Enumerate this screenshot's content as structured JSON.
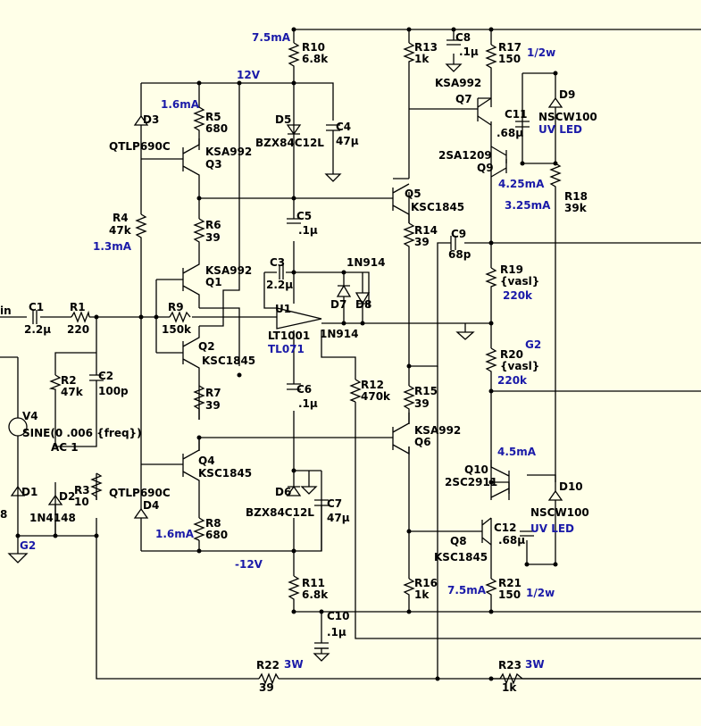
{
  "colors": {
    "background": "#ffffe8",
    "wire": "#000000",
    "annotation": "#1a1aa8"
  },
  "labels": {
    "in": "in",
    "C1": "C1",
    "C1v": "2.2µ",
    "R1": "R1",
    "R1v": "220",
    "R2": "R2",
    "R2v": "47k",
    "C2": "C2",
    "C2v": "100p",
    "V4": "V4",
    "V4v": "SINE(0 .006 {freq})",
    "V4ac": "AC 1",
    "D1": "D1",
    "D2": "D2",
    "D2v": "1N4148",
    "R3": "R3",
    "R3v": "10",
    "G2a": "G2",
    "D3": "D3",
    "D3v": "QTLP690C",
    "R5": "R5",
    "R5v": "680",
    "i16a": "1.6mA",
    "Q3": "Q3",
    "Q3v": "KSA992",
    "R4": "R4",
    "R4v": "47k",
    "i13": "1.3mA",
    "R6": "R6",
    "R6v": "39",
    "Q1": "Q1",
    "Q1v": "KSA992",
    "R9": "R9",
    "R9v": "150k",
    "Q2": "Q2",
    "Q2v": "KSC1845",
    "R7": "R7",
    "R7v": "39",
    "Q4": "Q4",
    "Q4v": "KSC1845",
    "D4": "D4",
    "D4v": "QTLP690C",
    "i16b": "1.6mA",
    "R8": "R8",
    "R8v": "680",
    "v12": "12V",
    "vn12": "-12V",
    "i75a": "7.5mA",
    "R10": "R10",
    "R10v": "6.8k",
    "D5": "D5",
    "D5v": "BZX84C12L",
    "C4": "C4",
    "C4v": "47µ",
    "C5": "C5",
    "C5v": ".1µ",
    "C3": "C3",
    "C3v": "2.2µ",
    "U1": "U1",
    "U1v": "LT1001",
    "U1alt": "TL071",
    "n914a": "1N914",
    "n914b": "1N914",
    "D7": "D7",
    "D8": "D8",
    "C6": "C6",
    "C6v": ".1µ",
    "D6": "D6",
    "D6v": "BZX84C12L",
    "C7": "C7",
    "C7v": "47µ",
    "R11": "R11",
    "R11v": "6.8k",
    "C10": "C10",
    "C10v": ".1µ",
    "R12": "R12",
    "R12v": "470k",
    "R13": "R13",
    "R13v": "1k",
    "C8": "C8",
    "C8v": ".1µ",
    "Q5": "Q5",
    "Q5v": "KSC1845",
    "R14": "R14",
    "R14v": "39",
    "R15": "R15",
    "R15v": "39",
    "Q6": "Q6",
    "Q6v": "KSA992",
    "R16": "R16",
    "R16v": "1k",
    "R17": "R17",
    "R17v": "150",
    "w17": "1/2w",
    "Q7": "Q7",
    "Q7v": "KSA992",
    "C11": "C11",
    "C11v": ".68µ",
    "D9": "D9",
    "D9v": "NSCW100",
    "uv1": "UV LED",
    "Q9": "Q9",
    "Q9v": "2SA1209",
    "i425": "4.25mA",
    "i325": "3.25mA",
    "R18": "R18",
    "R18v": "39k",
    "C9": "C9",
    "C9v": "68p",
    "R19": "R19",
    "R19v": "{vasl}",
    "R19k": "220k",
    "G2b": "G2",
    "R20": "R20",
    "R20v": "{vasl}",
    "R20k": "220k",
    "i45": "4.5mA",
    "Q10": "Q10",
    "Q10v": "2SC2911",
    "D10": "D10",
    "D10v": "NSCW100",
    "uv2": "UV LED",
    "Q8": "Q8",
    "Q8v": "KSC1845",
    "C12": "C12",
    "C12v": ".68µ",
    "R21": "R21",
    "R21v": "150",
    "w21": "1/2w",
    "i75b": "7.5mA",
    "R22": "R22",
    "R22v": "39",
    "w22": "3W",
    "R23": "R23",
    "R23v": "1k",
    "w23": "3W",
    "edge8": "8"
  }
}
